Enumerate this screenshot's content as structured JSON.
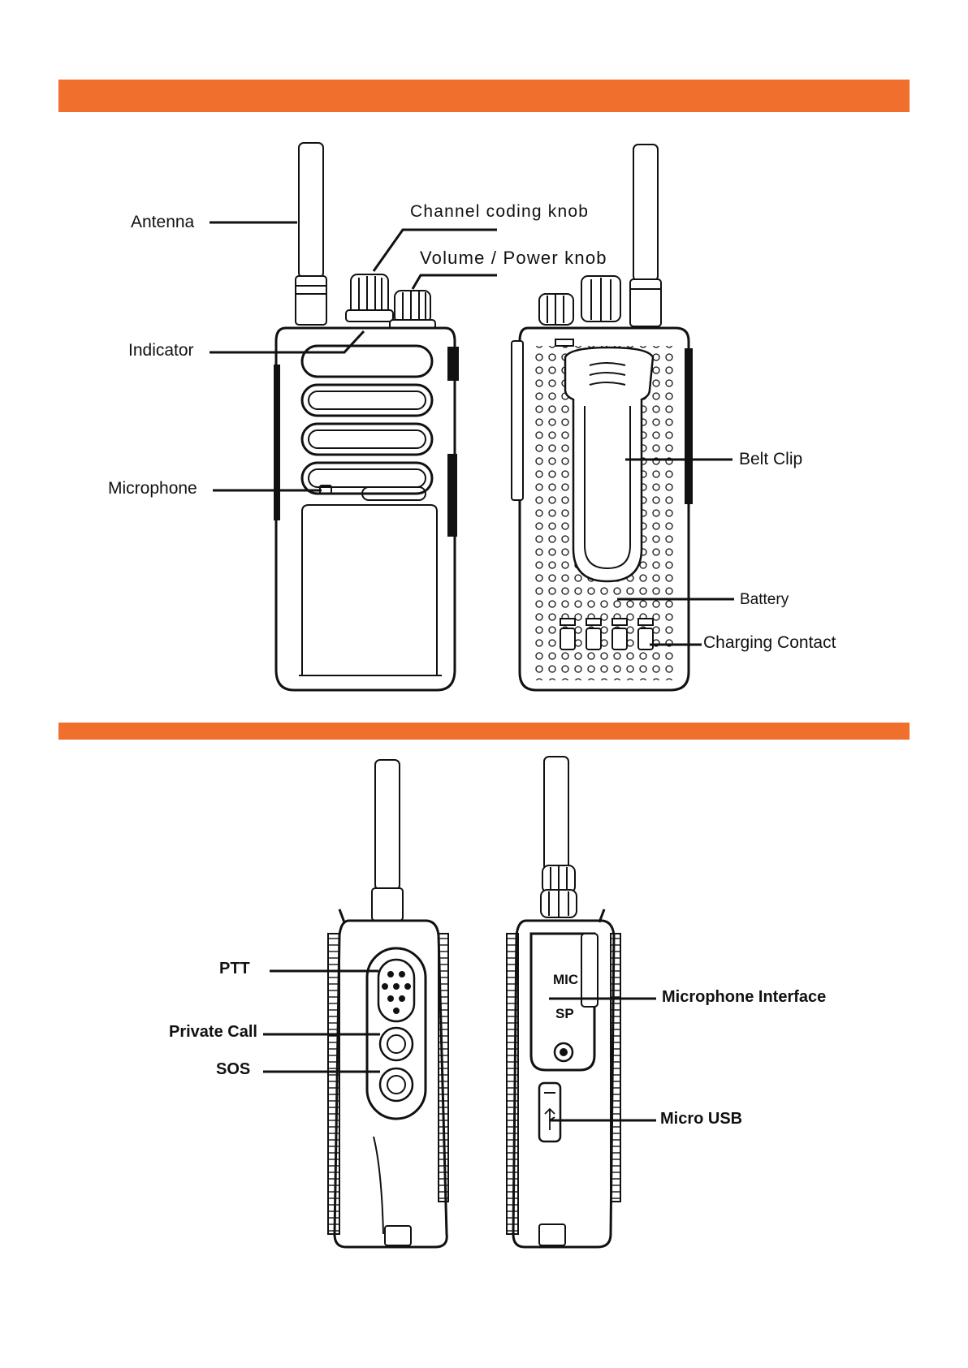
{
  "colors": {
    "accent": "#F06F2C",
    "ink": "#111111",
    "body": "#1a1a1a"
  },
  "labels": {
    "antenna": "Antenna",
    "channel_knob": "Channel coding knob",
    "volume_knob": "Volume / Power knob",
    "indicator": "Indicator",
    "microphone": "Microphone",
    "belt_clip": "Belt Clip",
    "battery": "Battery",
    "charging_contact": "Charging Contact",
    "ptt": "PTT",
    "private_call": "Private Call",
    "sos": "SOS",
    "mic_interface": "Microphone Interface",
    "micro_usb": "Micro USB",
    "mic_text": "MIC",
    "sp_text": "SP"
  }
}
